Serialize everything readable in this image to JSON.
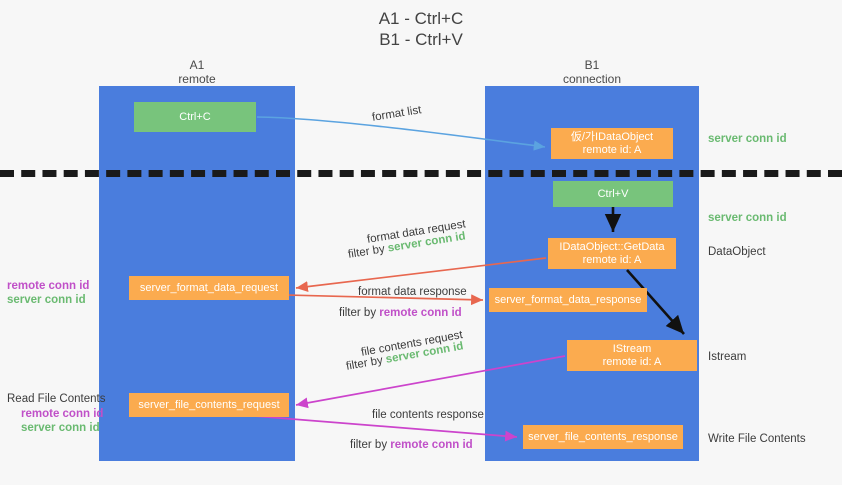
{
  "title": {
    "line1": "A1 - Ctrl+C",
    "line2": "B1 - Ctrl+V"
  },
  "colors": {
    "lane": "#4a7ddd",
    "green_node": "#78c47c",
    "orange_node": "#fbab4f",
    "server_conn_id": "#6aba71",
    "remote_conn_id": "#c050c8",
    "separator": "#1a1a1a",
    "wire_blue": "#5ba3e0",
    "wire_red": "#e8674f",
    "wire_magenta": "#cc44cc",
    "wire_black": "#111111",
    "background": "#f7f7f7"
  },
  "columns": [
    {
      "name": "A1",
      "sub": "remote"
    },
    {
      "name": "B1",
      "sub": "connection"
    }
  ],
  "nodes": {
    "ctrl_c": {
      "line1": "Ctrl+C"
    },
    "data_object": {
      "line1": "仮/가IDataObject",
      "line2": "remote id: A"
    },
    "ctrl_v": {
      "line1": "Ctrl+V"
    },
    "get_data": {
      "line1": "IDataObject::GetData",
      "line2": "remote id: A"
    },
    "istream": {
      "line1": "IStream",
      "line2": "remote id: A"
    },
    "server_format_data_request": {
      "line1": "server_format_data_request"
    },
    "server_format_data_response": {
      "line1": "server_format_data_response"
    },
    "server_file_contents_request": {
      "line1": "server_file_contents_request"
    },
    "server_file_contents_response": {
      "line1": "server_file_contents_response"
    }
  },
  "edge_labels": {
    "format_list": "format list",
    "format_data_request": "format data request",
    "format_data_request_filter_prefix": "filter by ",
    "format_data_request_filter_value": "server conn id",
    "format_data_response": "format data response",
    "format_data_response_filter_prefix": "filter by ",
    "format_data_response_filter_value": "remote conn id",
    "file_contents_request": "file contents request",
    "file_contents_request_filter_prefix": "filter by ",
    "file_contents_request_filter_value": "server conn id",
    "file_contents_response": "file contents response",
    "file_contents_response_filter_prefix": "filter by ",
    "file_contents_response_filter_value": "remote conn id"
  },
  "right_notes": {
    "server_conn_id_top": "server conn id",
    "server_conn_id_mid": "server conn id",
    "data_object": "DataObject",
    "istream": "Istream",
    "write_file_contents": "Write File Contents"
  },
  "left_notes": {
    "mid_remote": "remote conn id",
    "mid_server": "server conn id",
    "bottom_title": "Read File Contents",
    "bottom_remote": "remote conn id",
    "bottom_server": "server conn id"
  }
}
